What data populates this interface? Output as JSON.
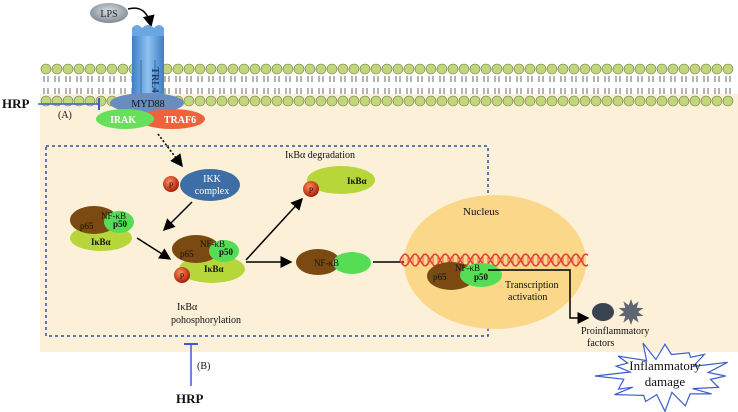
{
  "labels": {
    "lps": "LPS",
    "tlr4": "TRL4",
    "myd88": "MYD88",
    "irak": "IRAK",
    "traf6": "TRAF6",
    "hrp_a": "HRP",
    "marker_a": "(A)",
    "ikk_line1": "IKK",
    "ikk_line2": "complex",
    "phospho": "P",
    "ikba_degradation": "IκBα degradation",
    "ikba": "IκBα",
    "nfkb": "NF-κB",
    "p65": "p65",
    "p50": "p50",
    "phosphorylation_line1": "IκBα",
    "phosphorylation_line2": "pohosphorylation",
    "nucleus": "Nucleus",
    "transcription_line1": "Transcription",
    "transcription_line2": "activation",
    "proinflammatory_line1": "Proinflammatory",
    "proinflammatory_line2": "factors",
    "inflammatory_line1": "Inflammatory",
    "inflammatory_line2": "damage",
    "hrp_b": "HRP",
    "marker_b": "(B)"
  },
  "colors": {
    "cytoplasm": "#fdf0d8",
    "membrane_head": "#c2d67d",
    "receptor": "#5b9bd5",
    "myd88": "#6a8dc0",
    "irak": "#66e05a",
    "traf6": "#f0623e",
    "ikk": "#3d6ea5",
    "p65": "#7a4a12",
    "p50": "#55dd55",
    "ikba": "#b7d63a",
    "phospho": "#c0280f",
    "nucleus": "#fbd78a",
    "dna": "#e0403a",
    "inhibitor_line": "#3a5fcd"
  }
}
